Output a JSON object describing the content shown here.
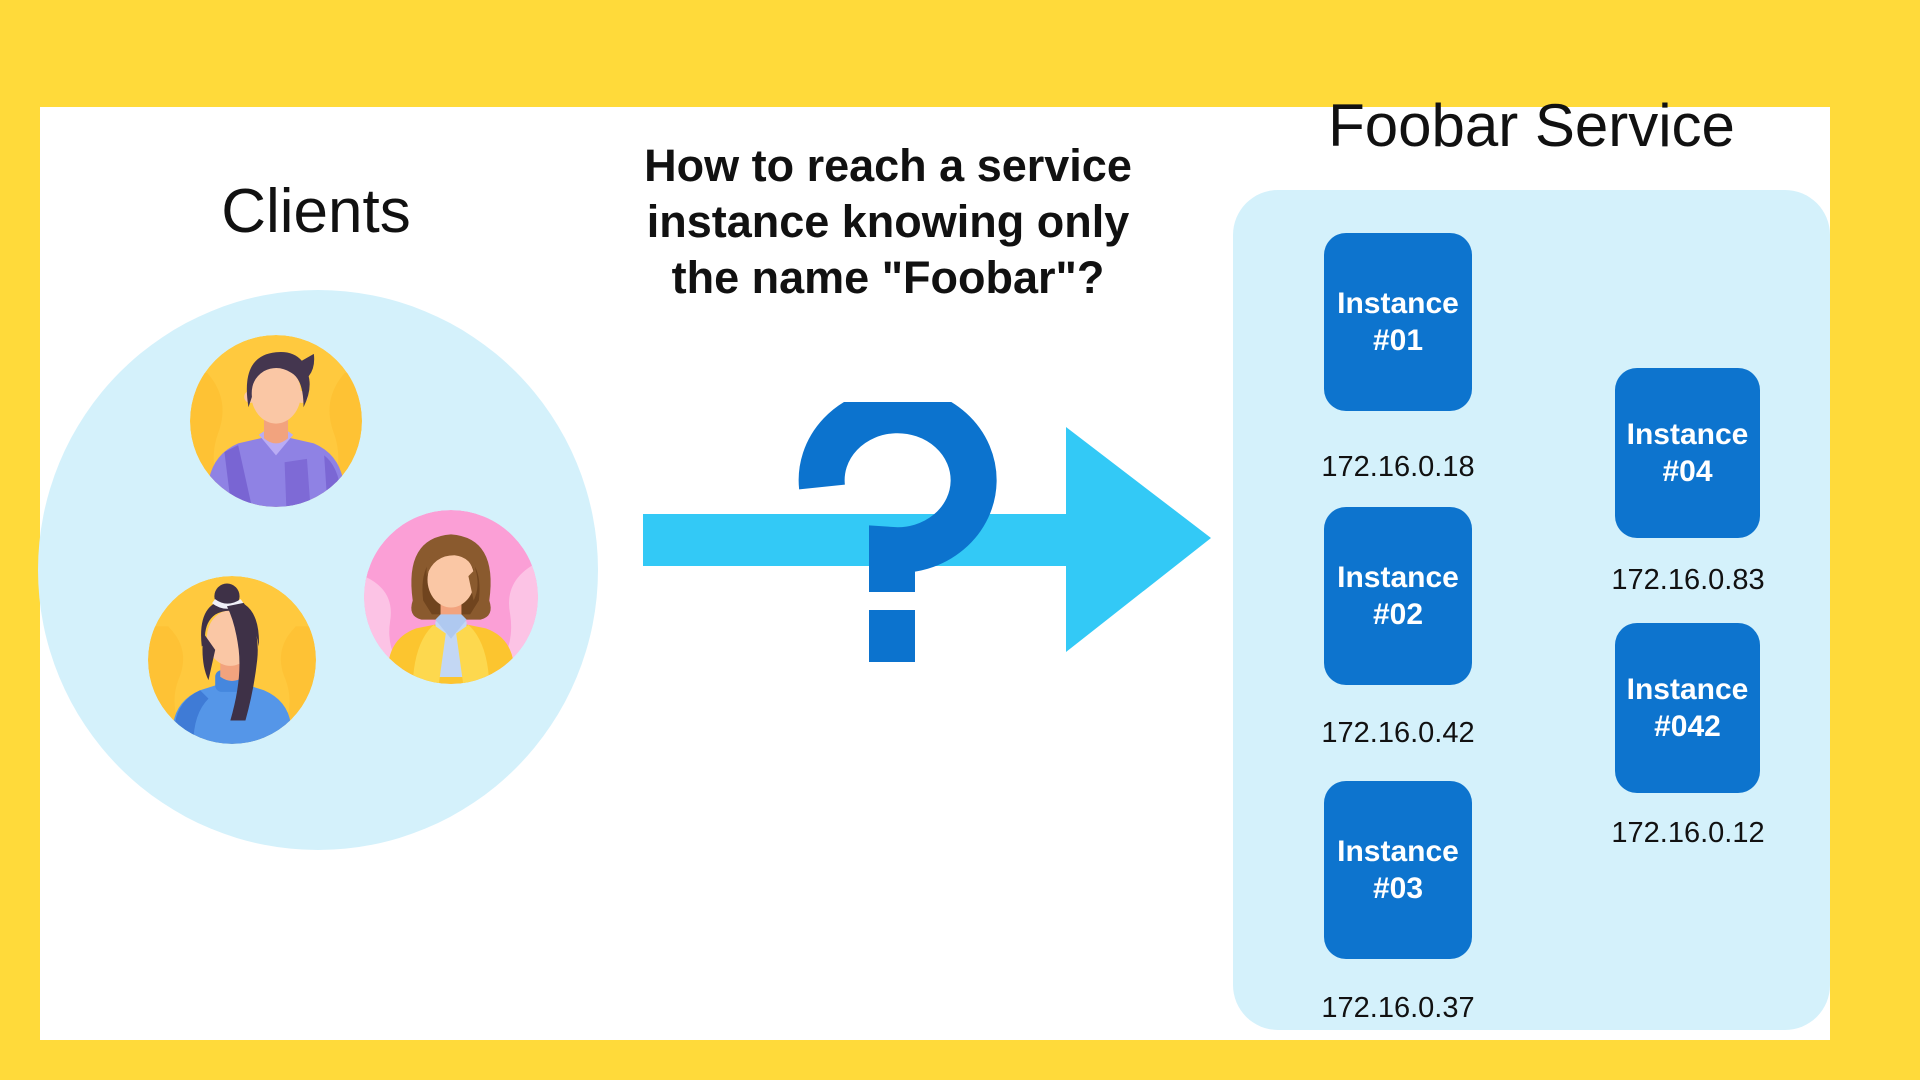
{
  "colors": {
    "background_yellow": "#FFDA3A",
    "panel_light_blue": "#D4F1FB",
    "instance_blue": "#0D74CE",
    "arrow_cyan": "#33C9F6",
    "question_blue": "#0C73CE",
    "text_black": "#111111",
    "instance_text_white": "#FFFFFF"
  },
  "clients": {
    "label": "Clients",
    "avatars": [
      {
        "icon": "man-avatar"
      },
      {
        "icon": "woman-ponytail-avatar"
      },
      {
        "icon": "woman-bob-avatar"
      }
    ]
  },
  "question": {
    "lines": [
      "How to reach a service",
      "instance knowing only",
      "the name \"Foobar\"?"
    ]
  },
  "icons": {
    "arrow": "right-arrow-icon",
    "question_mark": "question-mark-icon"
  },
  "service": {
    "title": "Foobar Service",
    "instances": [
      {
        "name": "Instance",
        "id": "#01",
        "ip": "172.16.0.18"
      },
      {
        "name": "Instance",
        "id": "#02",
        "ip": "172.16.0.42"
      },
      {
        "name": "Instance",
        "id": "#03",
        "ip": "172.16.0.37"
      },
      {
        "name": "Instance",
        "id": "#04",
        "ip": "172.16.0.83"
      },
      {
        "name": "Instance",
        "id": "#042",
        "ip": "172.16.0.12"
      }
    ]
  }
}
